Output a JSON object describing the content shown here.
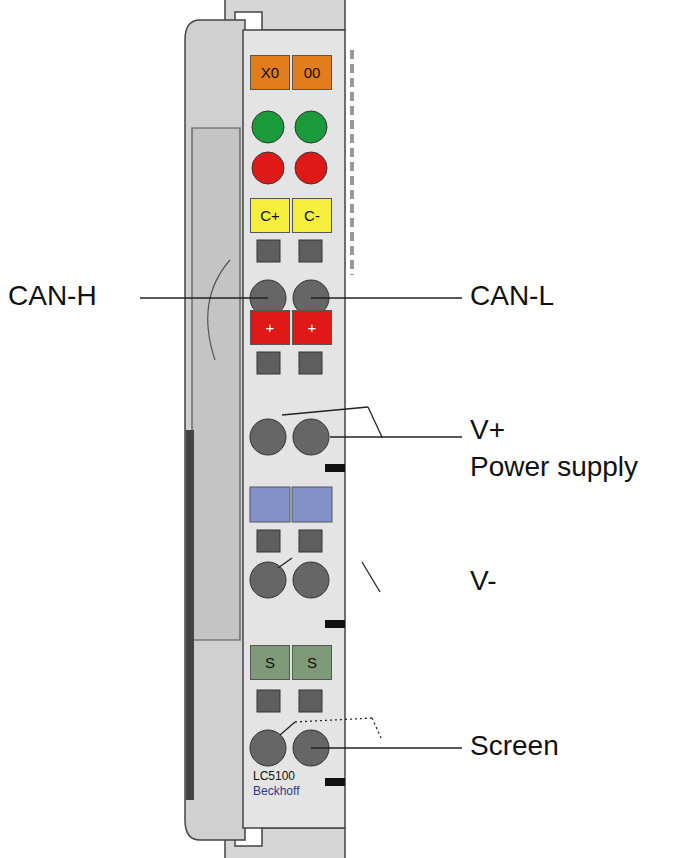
{
  "diagram": {
    "nodes": [
      {
        "text": [
          "X0"
        ]
      },
      {
        "text": [
          "00"
        ]
      },
      {
        "text": [
          "C+"
        ]
      },
      {
        "text": [
          "C-"
        ]
      },
      {
        "text": [
          "+"
        ]
      },
      {
        "text": [
          "+"
        ]
      },
      {
        "text": [
          "S"
        ]
      },
      {
        "text": [
          "S"
        ]
      }
    ],
    "labels": [
      "CAN-H",
      "CAN-L",
      "V+",
      "Power supply",
      "V-",
      "Screen",
      "LC5100",
      "Beckhoff"
    ]
  }
}
